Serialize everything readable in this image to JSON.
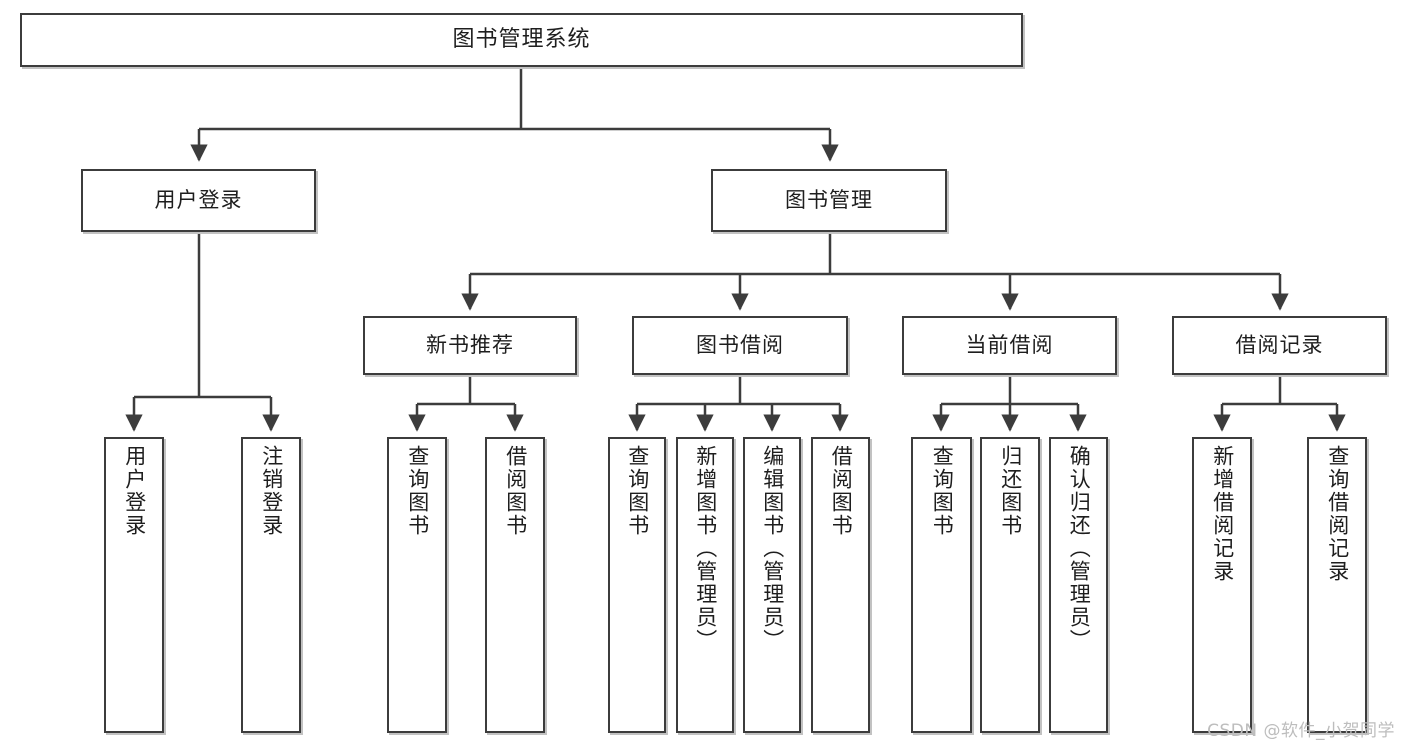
{
  "diagram": {
    "title": "图书管理系统",
    "type": "tree-structure-chart",
    "line_color": "#3c3c3c",
    "box_fill": "#ffffff",
    "text_color": "#1e1e1e"
  },
  "nodes": {
    "root": {
      "label": "图书管理系统"
    },
    "level2": [
      {
        "label": "用户登录"
      },
      {
        "label": "图书管理"
      }
    ],
    "level3": [
      {
        "label": "新书推荐"
      },
      {
        "label": "图书借阅"
      },
      {
        "label": "当前借阅"
      },
      {
        "label": "借阅记录"
      }
    ],
    "leaves": {
      "user_login": [
        {
          "label": "用户登录"
        },
        {
          "label": "注销登录"
        }
      ],
      "new_book_recommend": [
        {
          "label": "查询图书"
        },
        {
          "label": "借阅图书"
        }
      ],
      "book_borrow": [
        {
          "label": "查询图书"
        },
        {
          "label": "新增图书（管理员）"
        },
        {
          "label": "编辑图书（管理员）"
        },
        {
          "label": "借阅图书"
        }
      ],
      "current_borrow": [
        {
          "label": "查询图书"
        },
        {
          "label": "归还图书"
        },
        {
          "label": "确认归还（管理员）"
        }
      ],
      "borrow_record": [
        {
          "label": "新增借阅记录"
        },
        {
          "label": "查询借阅记录"
        }
      ]
    }
  },
  "watermark": {
    "text": "CSDN @软件_小贺同学"
  }
}
